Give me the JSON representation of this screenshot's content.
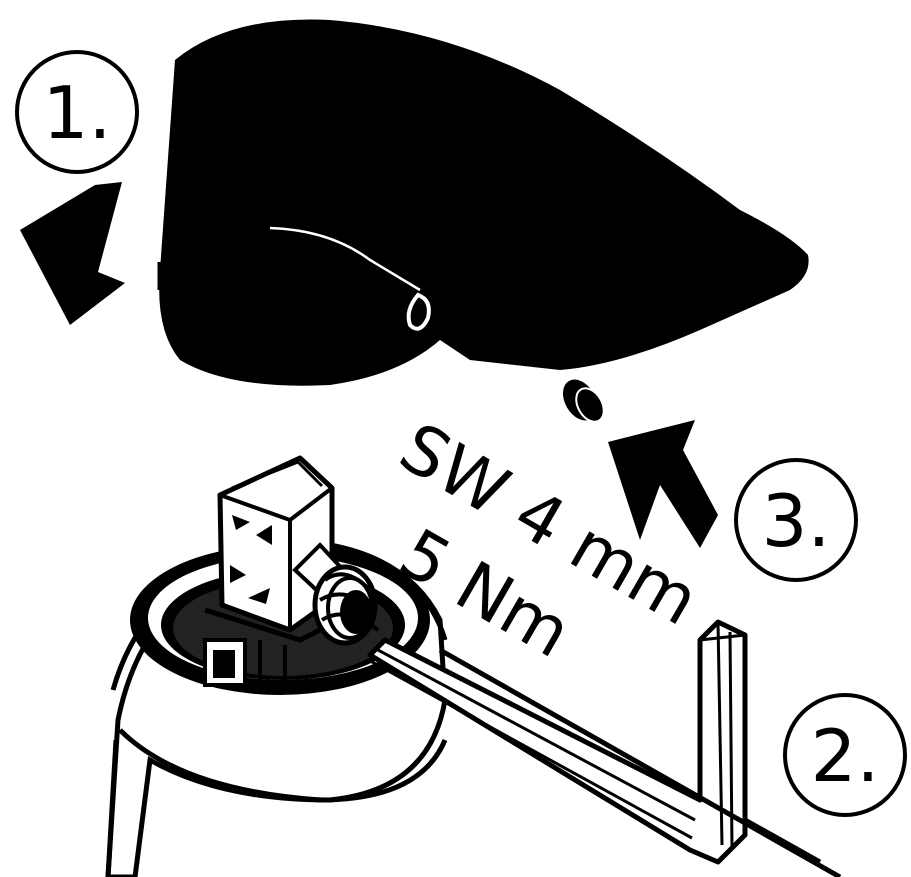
{
  "steps": {
    "step1": "1.",
    "step2": "2.",
    "step3": "3."
  },
  "spec": {
    "wrench_size": "SW 4 mm",
    "torque": "5 Nm"
  },
  "colors": {
    "ink": "#000000",
    "paper": "#ffffff"
  }
}
